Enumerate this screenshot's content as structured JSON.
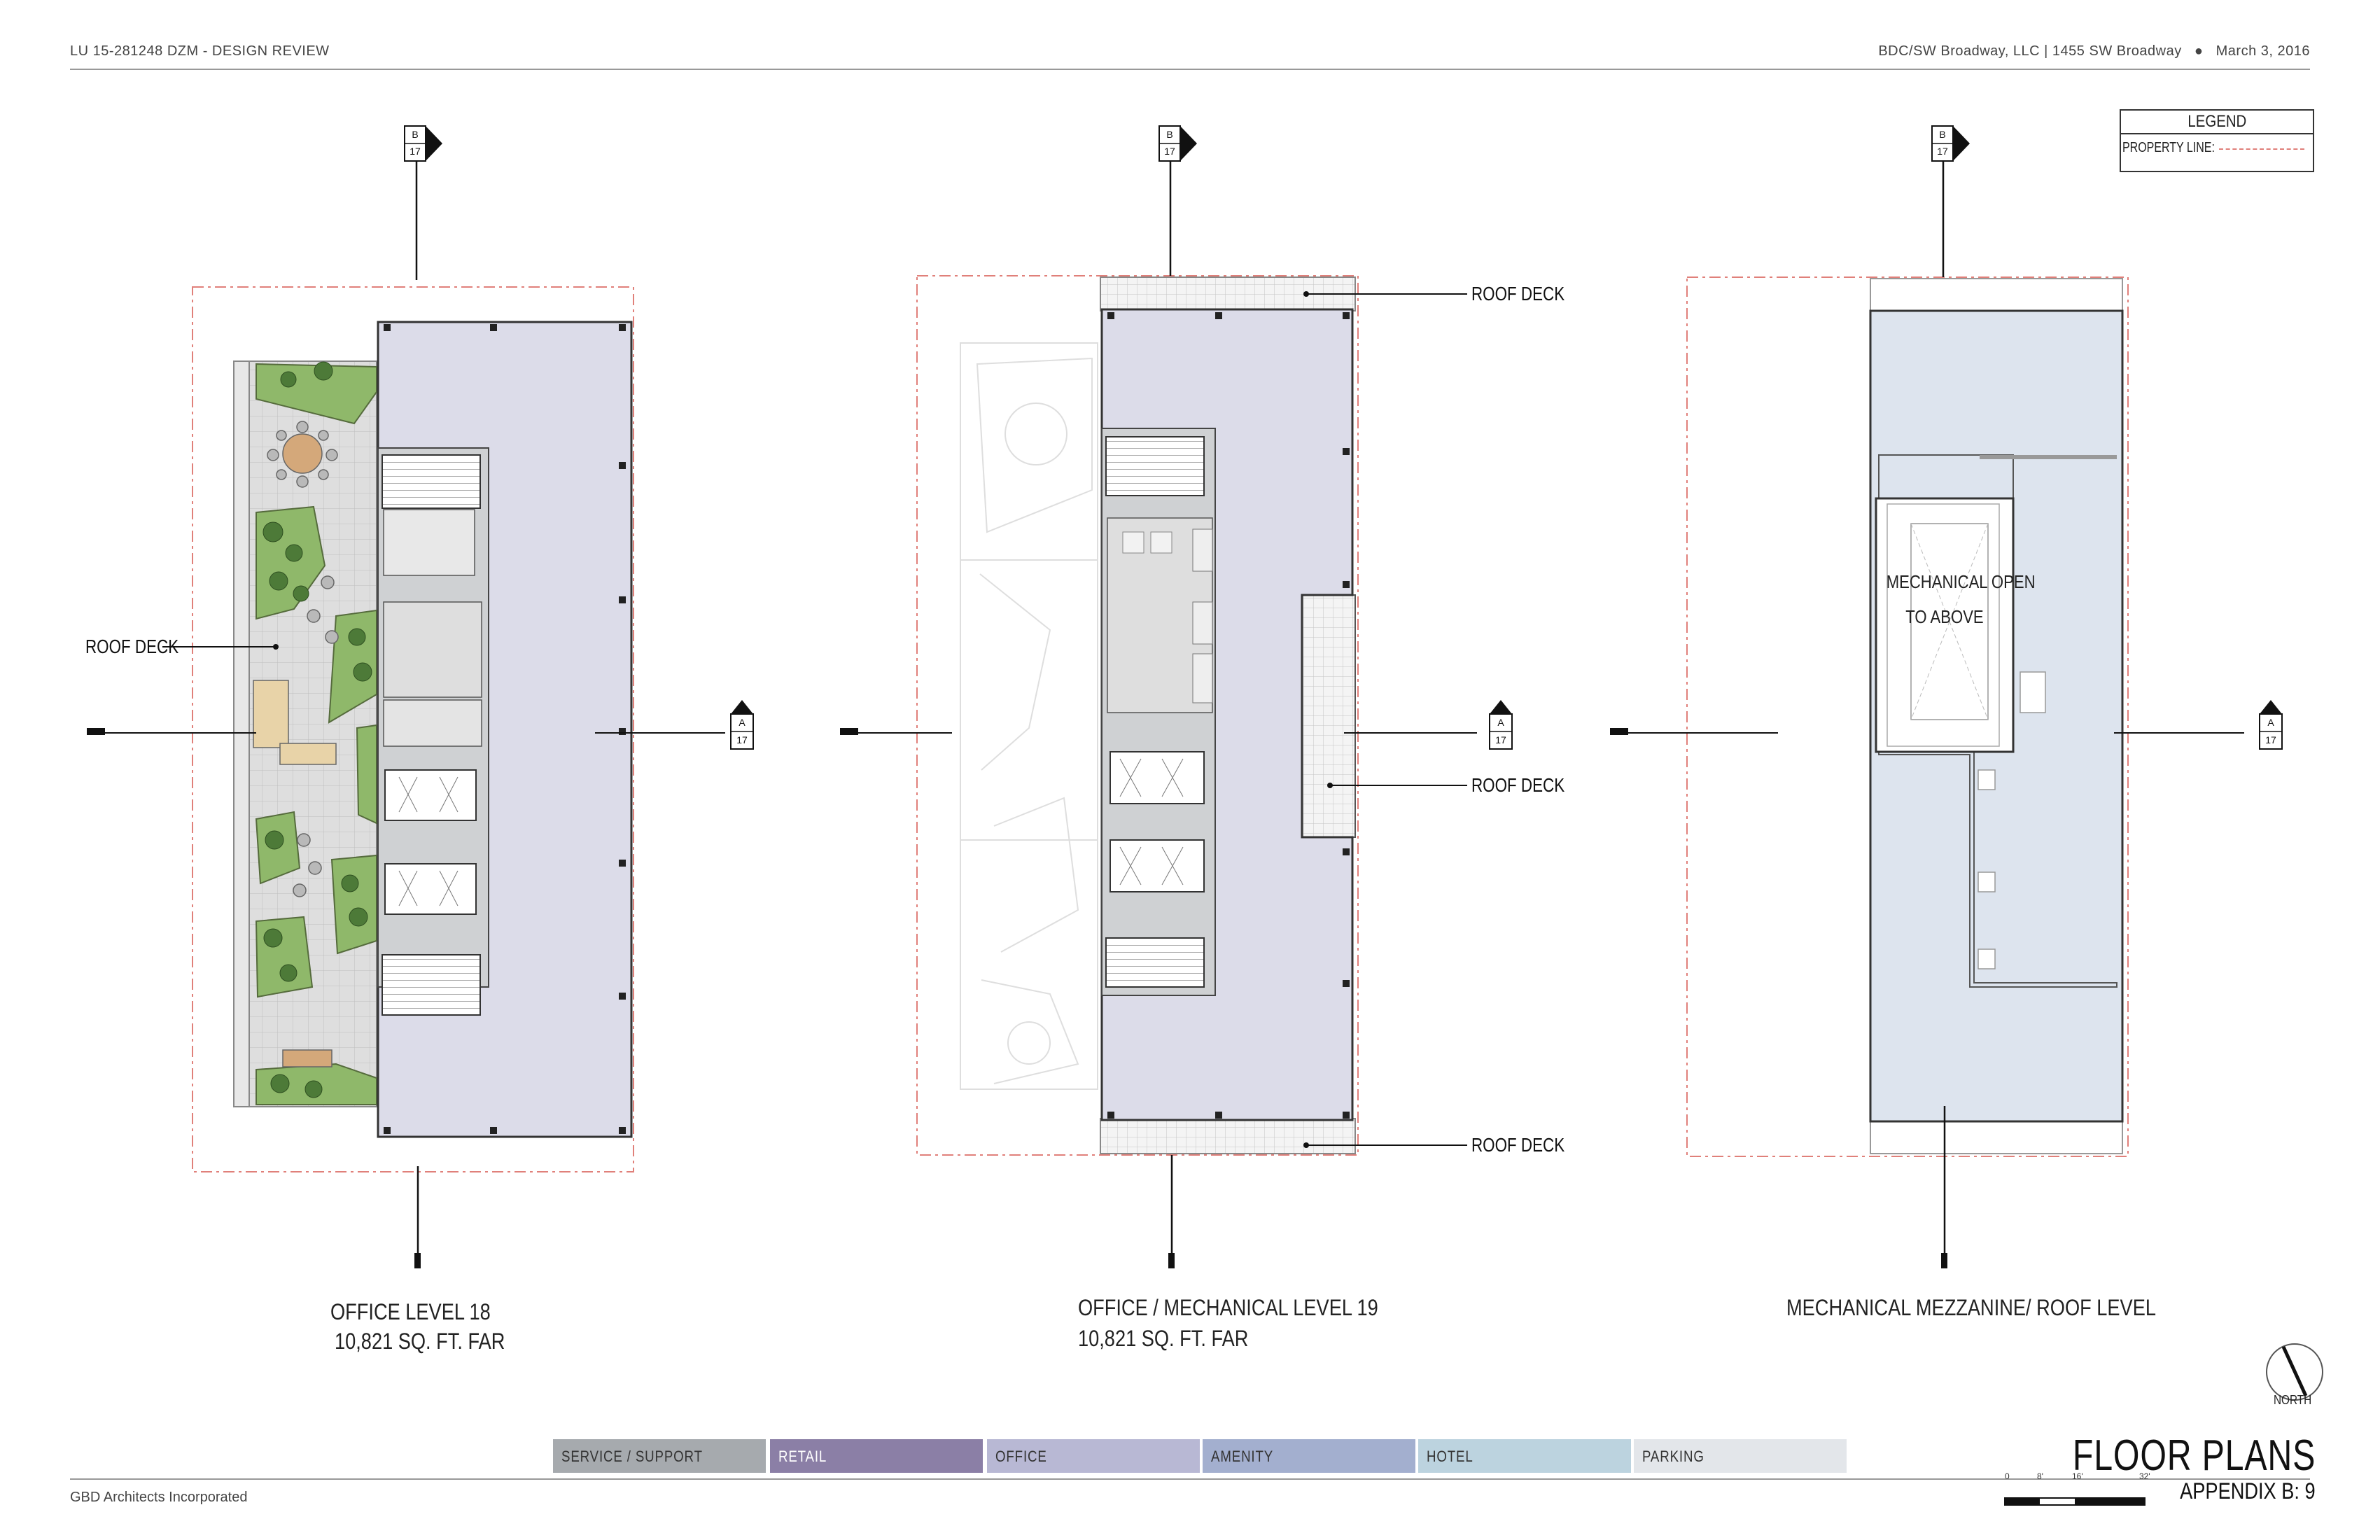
{
  "header": {
    "project": "LU 15-281248 DZM - DESIGN REVIEW",
    "client": "BDC/SW Broadway, LLC | 1455 SW Broadway",
    "date": "March 3, 2016"
  },
  "legend_box": {
    "title": "LEGEND",
    "row_label": "PROPERTY LINE:",
    "property_line_color": "#e0807a"
  },
  "section_markers": {
    "b_letter": "B",
    "a_letter": "A",
    "sheet_ref": "17"
  },
  "plans": [
    {
      "title": "OFFICE LEVEL 18",
      "area": "10,821 SQ. FT. FAR",
      "callouts": [
        "ROOF DECK"
      ]
    },
    {
      "title": "OFFICE / MECHANICAL LEVEL 19",
      "area": "10,821 SQ. FT. FAR",
      "callouts": [
        "ROOF DECK",
        "ROOF DECK",
        "ROOF DECK"
      ]
    },
    {
      "title": "MECHANICAL MEZZANINE/ ROOF LEVEL",
      "area": "",
      "note_line1": "MECHANICAL OPEN",
      "note_line2": "TO ABOVE"
    }
  ],
  "program_legend": [
    {
      "label": "SERVICE / SUPPORT",
      "color": "#a6aaae",
      "text_color": "#333333"
    },
    {
      "label": "RETAIL",
      "color": "#8b7fa6",
      "text_color": "#ffffff"
    },
    {
      "label": "OFFICE",
      "color": "#b8b8d4",
      "text_color": "#333333"
    },
    {
      "label": "AMENITY",
      "color": "#a3afcf",
      "text_color": "#333333"
    },
    {
      "label": "HOTEL",
      "color": "#bcd3df",
      "text_color": "#333333"
    },
    {
      "label": "PARKING",
      "color": "#e3e6ea",
      "text_color": "#333333"
    }
  ],
  "north": {
    "label": "NORTH"
  },
  "scale_bar": {
    "ticks": [
      "0",
      "8'",
      "16'",
      "32'"
    ]
  },
  "footer": {
    "firm": "GBD Architects Incorporated",
    "sheet_title": "FLOOR PLANS",
    "sheet_number": "APPENDIX B:  9"
  },
  "colors": {
    "office_floor": "#dcdce9",
    "mezzanine_floor": "#dde4ee",
    "core_gray": "#cfd1d3",
    "deck_paving": "#d9d9d9",
    "planting": "#8fb86a"
  }
}
